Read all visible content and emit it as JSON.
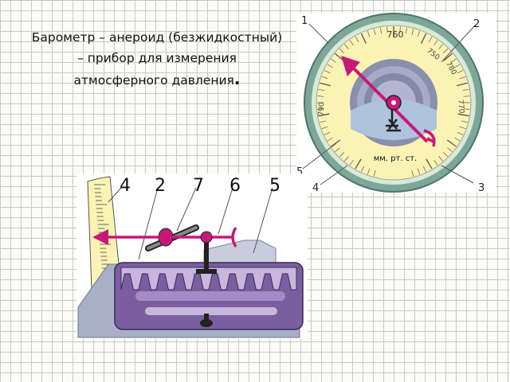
{
  "title": {
    "line1": "Барометр – анероид (безжидкостный)",
    "line2": "– прибор для измерения",
    "line3": "атмосферного давления",
    "line3_end": "."
  },
  "gauge": {
    "top_value": "760",
    "side_values": [
      "750",
      "770",
      "780",
      "790"
    ],
    "unit": "мм. рт. ст.",
    "callouts": [
      "1",
      "2",
      "3",
      "4",
      "5"
    ],
    "colors": {
      "rim": "#6d9c8a",
      "face": "#fbf3b4",
      "arrow": "#c8187a",
      "housing": "#a4a9c4"
    }
  },
  "mechanism": {
    "callouts": [
      "4",
      "2",
      "7",
      "6",
      "5"
    ],
    "colors": {
      "box": "#7a5ea0",
      "box_light": "#c8b6dc",
      "base": "#a8b0c8",
      "arrow": "#c8187a"
    }
  }
}
